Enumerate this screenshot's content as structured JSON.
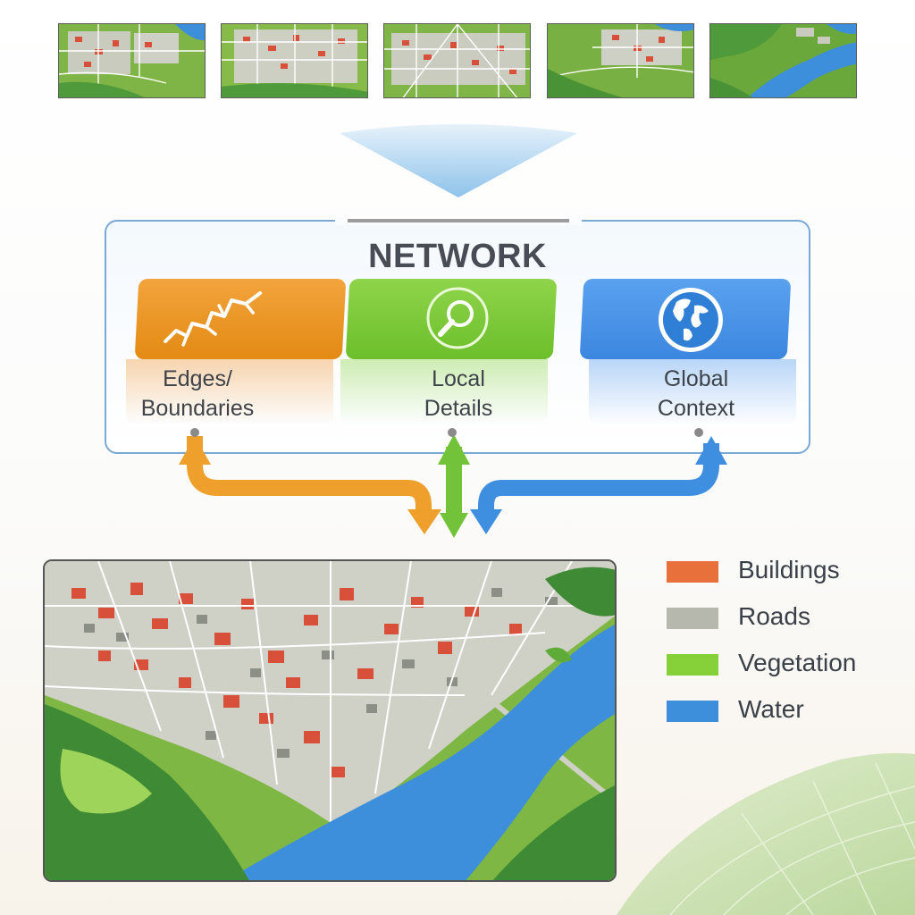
{
  "network": {
    "title": "NETWORK",
    "modules": [
      {
        "id": "edges",
        "label_line1": "Edges/",
        "label_line2": "Boundaries",
        "icon": "edge-trace-icon",
        "color": "#ee9a2a"
      },
      {
        "id": "local",
        "label_line1": "Local",
        "label_line2": "Details",
        "icon": "magnifier-icon",
        "color": "#7cc83a"
      },
      {
        "id": "global",
        "label_line1": "Global",
        "label_line2": "Context",
        "icon": "globe-icon",
        "color": "#4a92e6"
      }
    ]
  },
  "legend": [
    {
      "label": "Buildings",
      "color": "#e8703a"
    },
    {
      "label": "Roads",
      "color": "#b7b8ad"
    },
    {
      "label": "Vegetation",
      "color": "#86d13a"
    },
    {
      "label": "Water",
      "color": "#3d8fdb"
    }
  ],
  "colors": {
    "buildings": "#d9503a",
    "roads": "#b7b8ad",
    "vegetation": "#6fb13a",
    "water": "#3d8fdb"
  }
}
